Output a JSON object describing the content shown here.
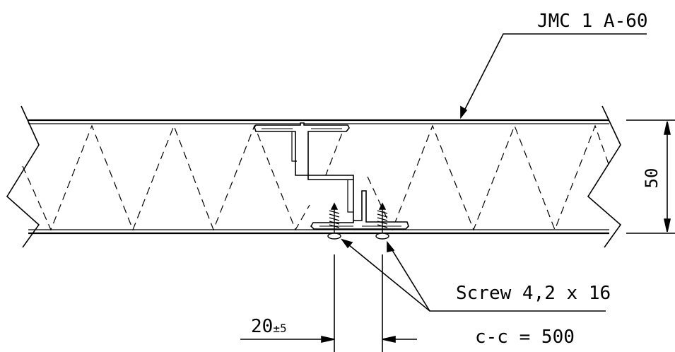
{
  "labels": {
    "panel_type": "JMC 1 A-60",
    "thickness": "50",
    "screw": "Screw 4,2 x 16",
    "spacing": "c-c = 500",
    "offset_main": "20",
    "offset_tol": "±5"
  },
  "colors": {
    "line": "#000000",
    "background": "#ffffff"
  }
}
